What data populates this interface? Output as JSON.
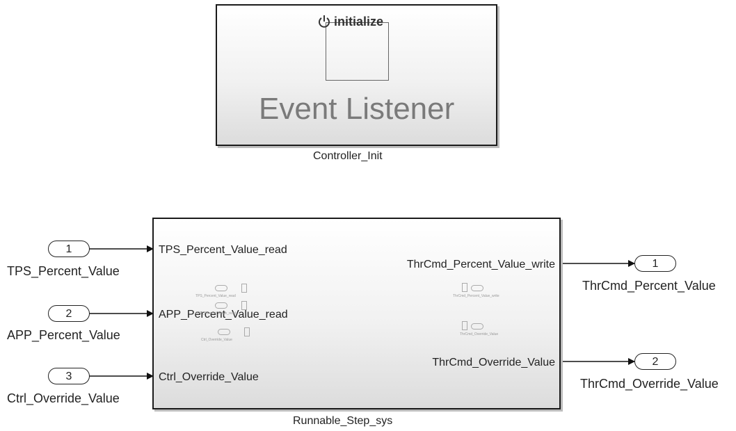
{
  "event_block": {
    "title": "Event Listener",
    "trigger_label": "initialize",
    "caption": "Controller_Init"
  },
  "runnable_block": {
    "caption": "Runnable_Step_sys",
    "inputs": [
      "TPS_Percent_Value_read",
      "APP_Percent_Value_read",
      "Ctrl_Override_Value"
    ],
    "outputs": [
      "ThrCmd_Percent_Value_write",
      "ThrCmd_Override_Value"
    ],
    "inner_labels": [
      "TPS_Percent_Value_read",
      "APP_Percent_Value_read",
      "Ctrl_Override_Value",
      "ThrCmd_Percent_Value_write",
      "ThrCmd_Override_Value"
    ]
  },
  "inports": [
    {
      "number": "1",
      "name": "TPS_Percent_Value"
    },
    {
      "number": "2",
      "name": "APP_Percent_Value"
    },
    {
      "number": "3",
      "name": "Ctrl_Override_Value"
    }
  ],
  "outports": [
    {
      "number": "1",
      "name": "ThrCmd_Percent_Value"
    },
    {
      "number": "2",
      "name": "ThrCmd_Override_Value"
    }
  ]
}
